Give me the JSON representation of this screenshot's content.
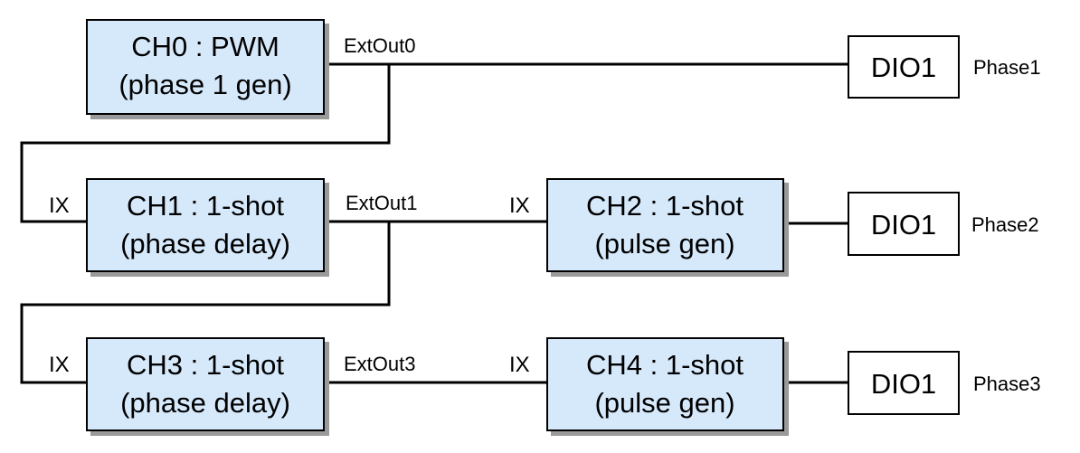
{
  "colors": {
    "channel_fill": "#d6e9fb",
    "box_stroke": "#000000",
    "dio_fill": "#ffffff",
    "wire": "#000000",
    "shadow": "#9a9a9a"
  },
  "channels": [
    {
      "id": "ch0",
      "line1": "CH0 : PWM",
      "line2": "(phase 1 gen)"
    },
    {
      "id": "ch1",
      "line1": "CH1 : 1-shot",
      "line2": "(phase delay)"
    },
    {
      "id": "ch2",
      "line1": "CH2 : 1-shot",
      "line2": "(pulse gen)"
    },
    {
      "id": "ch3",
      "line1": "CH3 : 1-shot",
      "line2": "(phase delay)"
    },
    {
      "id": "ch4",
      "line1": "CH4 : 1-shot",
      "line2": "(pulse gen)"
    }
  ],
  "outputs": [
    {
      "label": "DIO1",
      "phase": "Phase1"
    },
    {
      "label": "DIO1",
      "phase": "Phase2"
    },
    {
      "label": "DIO1",
      "phase": "Phase3"
    }
  ],
  "signals": {
    "extout0": "ExtOut0",
    "extout1": "ExtOut1",
    "extout3": "ExtOut3",
    "ix": "IX"
  }
}
